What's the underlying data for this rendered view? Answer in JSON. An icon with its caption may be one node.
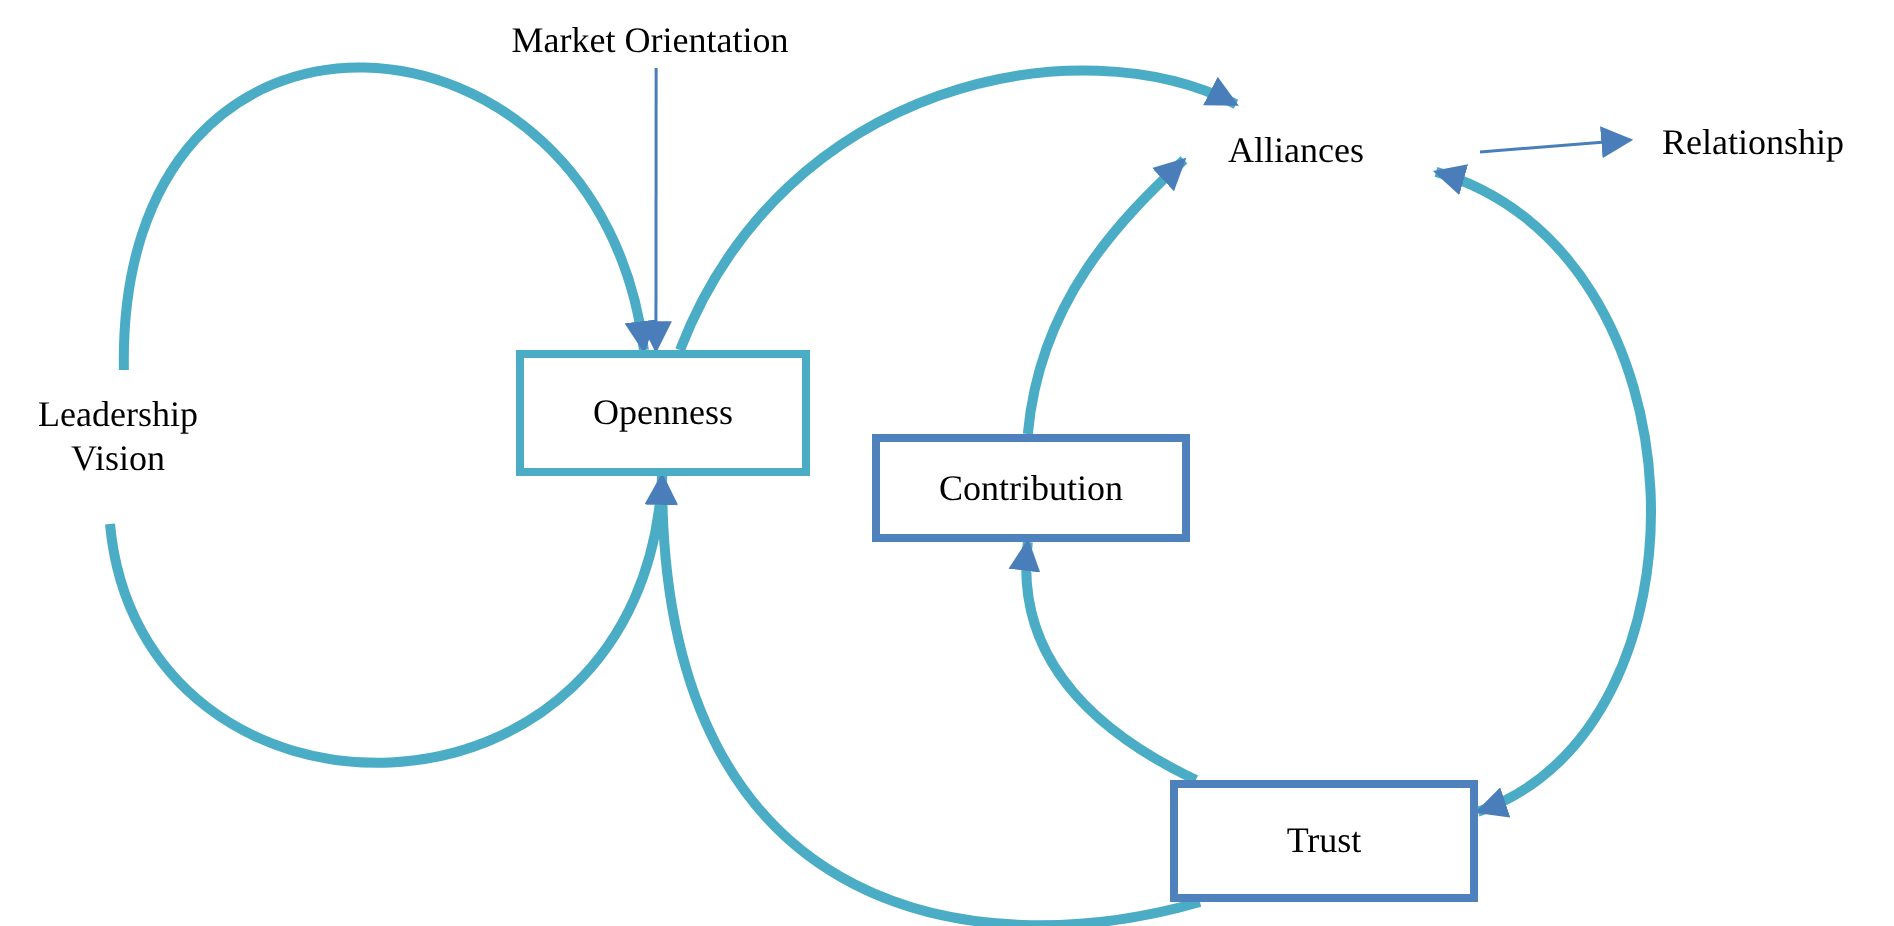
{
  "diagram": {
    "nodes": [
      {
        "text": [
          "Market Orientation"
        ]
      },
      {
        "text": [
          "Openness"
        ]
      },
      {
        "text": [
          "Alliances"
        ]
      },
      {
        "text": [
          "Relationship"
        ]
      },
      {
        "text": [
          "Leadership Vision"
        ]
      },
      {
        "text": [
          "Contribution"
        ]
      },
      {
        "text": [
          "Trust"
        ]
      }
    ],
    "edges": [
      {
        "from": 0,
        "to": 1,
        "arrow": "to",
        "color": "#4a7ebb"
      },
      {
        "from": 1,
        "to": 2,
        "arrow": "to"
      },
      {
        "from": 2,
        "to": 3,
        "arrow": "to",
        "color": "#4a7ebb"
      },
      {
        "from": 2,
        "to": 6,
        "arrow": "both"
      },
      {
        "from": 6,
        "to": 5,
        "arrow": "to"
      },
      {
        "from": 5,
        "to": 2,
        "arrow": "to"
      },
      {
        "from": 6,
        "to": 1,
        "arrow": "to"
      },
      {
        "from": 4,
        "to": 1,
        "arrow": "to"
      },
      {
        "from": 4,
        "to": 1,
        "arrow": "to"
      }
    ]
  }
}
